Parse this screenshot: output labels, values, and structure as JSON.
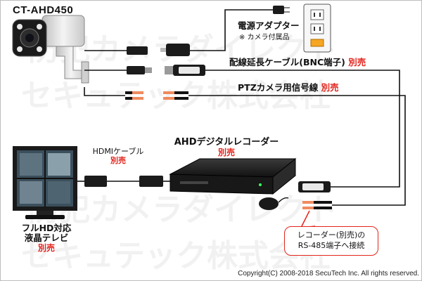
{
  "model_name": "CT-AHD450",
  "power_adapter": {
    "label": "電源アダプター",
    "note": "※ カメラ付属品"
  },
  "bnc_cable": {
    "label": "配線延長ケーブル(BNC端子)",
    "sold_separately": "別売"
  },
  "ptz_cable": {
    "label": "PTZカメラ用信号線",
    "sold_separately": "別売"
  },
  "hdmi_cable": {
    "label": "HDMIケーブル",
    "sold_separately": "別売"
  },
  "recorder": {
    "label": "AHDデジタルレコーダー",
    "sold_separately": "別売"
  },
  "tv": {
    "label_line1": "フルHD対応",
    "label_line2": "液晶テレビ",
    "sold_separately": "別売"
  },
  "callout": {
    "line1": "レコーダー(別売)の",
    "line2": "RS-485端子へ接続"
  },
  "watermark": {
    "line1": "防犯カメラダイレクト",
    "line2": "セキュテック株式会社"
  },
  "copyright": "Copyright(C) 2008-2018 SecuTech Inc. All rights reserved.",
  "colors": {
    "accent_red": "#e3231b",
    "wire": "#111111",
    "outlet_orange": "#f5a623"
  }
}
